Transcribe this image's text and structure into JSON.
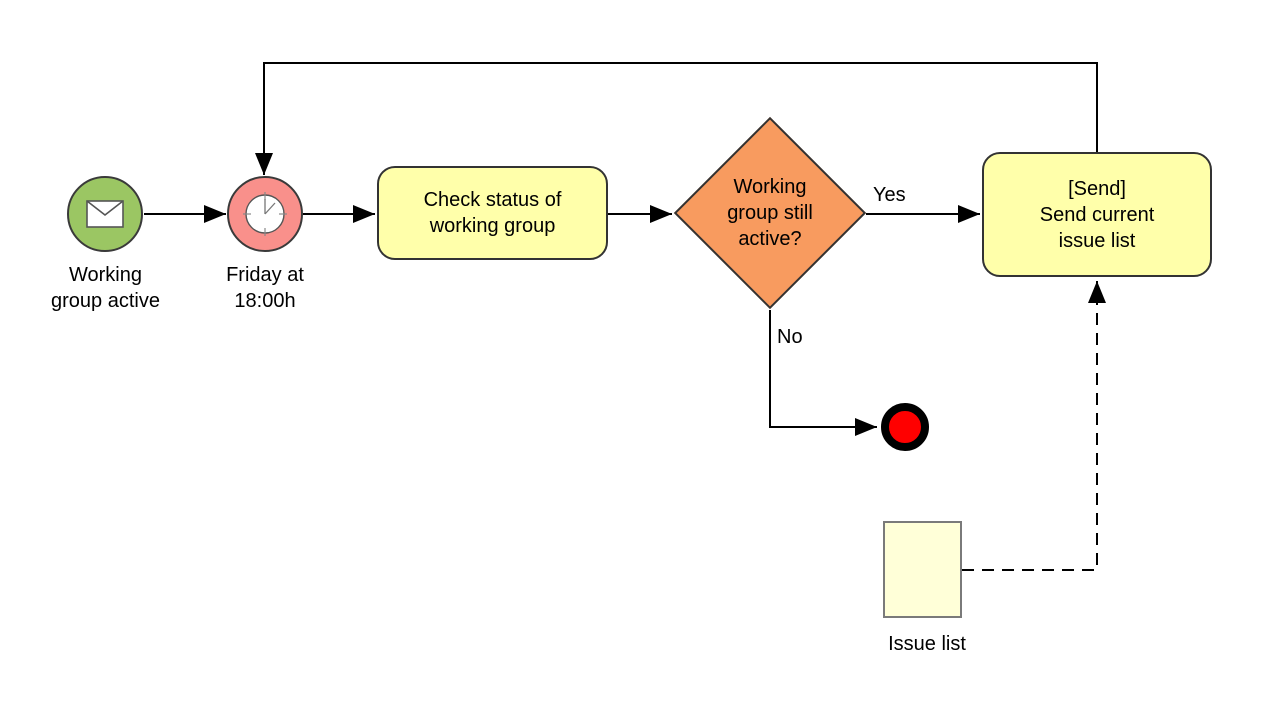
{
  "diagram": {
    "kind": "bpmn-process-flow",
    "colors": {
      "background": "#FFFFFF",
      "line": "#000000",
      "shape_stroke": "#333333",
      "start_event_fill": "#9BC663",
      "timer_event_fill": "#F9908B",
      "task_fill": "#FFFFAA",
      "gateway_fill": "#F89B5F",
      "end_event_fill": "#FF0000",
      "end_event_ring": "#000000",
      "data_object_fill": "#FFFFD8",
      "data_object_stroke": "#7A7A7A",
      "icon_stroke": "#555555"
    },
    "nodes": {
      "start_event": {
        "type": "message-start-event",
        "icon": "message-envelope-icon",
        "label": "Working\ngroup active"
      },
      "timer_event": {
        "type": "timer-intermediate-event",
        "icon": "clock-icon",
        "label": "Friday at\n18:00h"
      },
      "check_task": {
        "type": "task",
        "label": "Check status of\nworking group"
      },
      "gateway": {
        "type": "exclusive-gateway",
        "label": "Working\ngroup still\nactive?"
      },
      "send_task": {
        "type": "send-task",
        "label": "[Send]\nSend current\nissue list"
      },
      "end_event": {
        "type": "terminate-end-event",
        "label": ""
      },
      "issue_list_doc": {
        "type": "data-object",
        "label": "Issue list"
      }
    },
    "edge_labels": {
      "yes": "Yes",
      "no": "No"
    }
  }
}
